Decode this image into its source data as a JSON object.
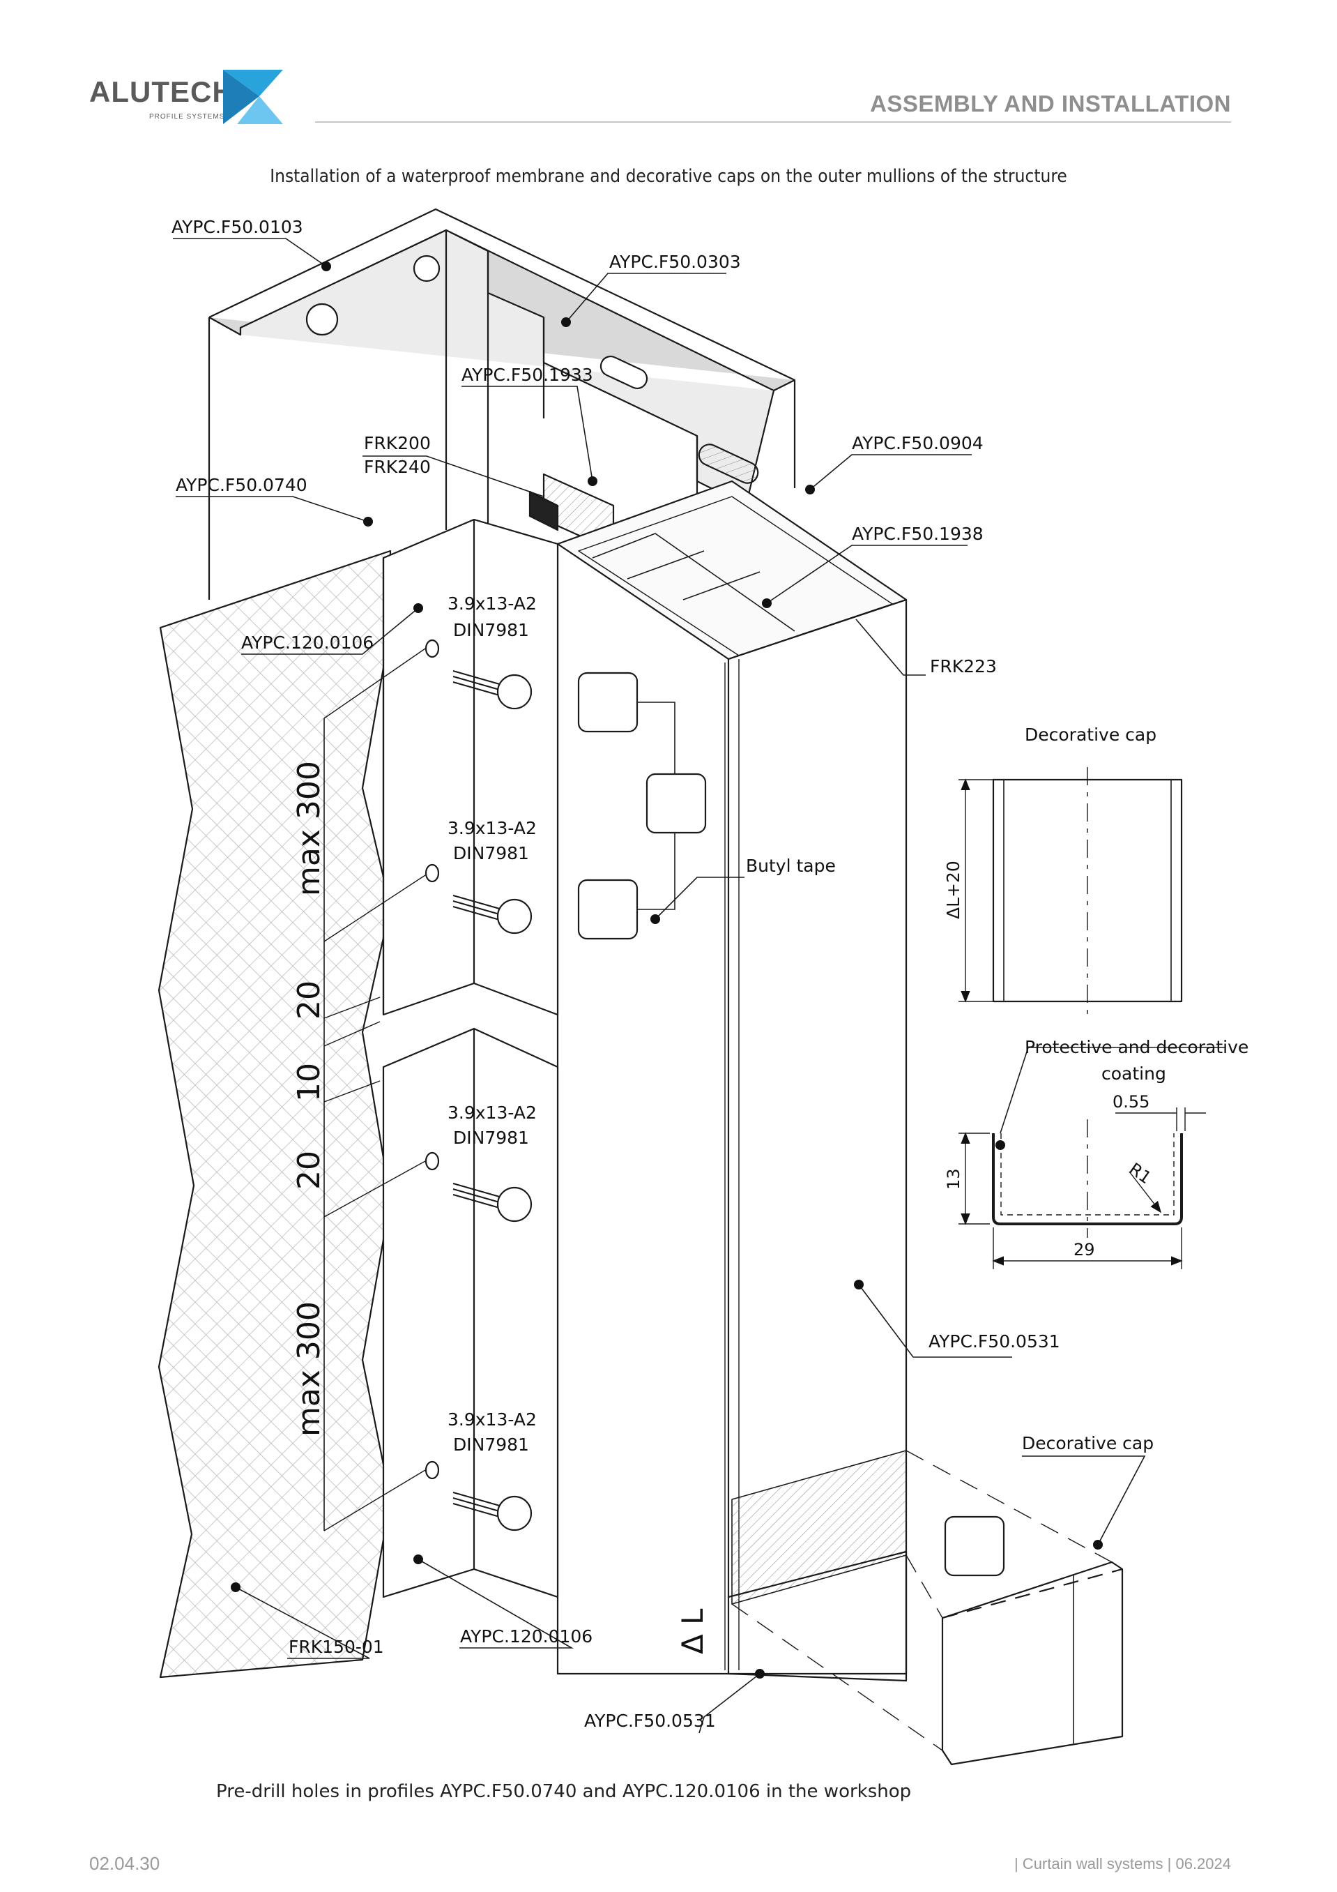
{
  "header": {
    "logo_word": "ALUTECH",
    "logo_sub": "PROFILE SYSTEMS",
    "section_title": "ASSEMBLY AND INSTALLATION"
  },
  "drawing": {
    "title": "Installation of a waterproof membrane and decorative caps on the outer mullions of the structure",
    "labels": {
      "f50_0103": "AYPC.F50.0103",
      "f50_0303": "AYPC.F50.0303",
      "f50_1933": "AYPC.F50.1933",
      "frk200": "FRK200",
      "frk240": "FRK240",
      "f50_0904": "AYPC.F50.0904",
      "f50_0740": "AYPC.F50.0740",
      "f50_1938": "AYPC.F50.1938",
      "p120_0106_top": "AYPC.120.0106",
      "frk223": "FRK223",
      "butyl_tape": "Butyl tape",
      "f50_0531_right": "AYPC.F50.0531",
      "frk150": "FRK150-01",
      "p120_0106_bottom": "AYPC.120.0106",
      "f50_0531_bottom": "AYPC.F50.0531",
      "decorative_cap_top": "Decorative cap",
      "decorative_cap_bottom": "Decorative cap",
      "protective_coating_1": "Protective and decorative",
      "protective_coating_2": "coating"
    },
    "screws": [
      {
        "size": "3.9x13-A2",
        "std": "DIN7981"
      },
      {
        "size": "3.9x13-A2",
        "std": "DIN7981"
      },
      {
        "size": "3.9x13-A2",
        "std": "DIN7981"
      },
      {
        "size": "3.9x13-A2",
        "std": "DIN7981"
      }
    ],
    "dimensions": {
      "max300_top": "max 300",
      "d20_a": "20",
      "d10": "10",
      "d20_b": "20",
      "max300_bottom": "max 300",
      "delta_l": "Δ L",
      "cap_height": "ΔL+20",
      "thickness": "0.55",
      "depth": "13",
      "radius": "R1",
      "width": "29"
    }
  },
  "note": "Pre-drill holes in profiles AYPC.F50.0740 and AYPC.120.0106 in the workshop",
  "footer": {
    "page_code": "02.04.30",
    "doc_info": "| Curtain wall systems | 06.2024"
  },
  "colors": {
    "logo_gray": "#5a5a5a",
    "logo_blue": "#29a3dc",
    "header_gray": "#8e8e8e",
    "line": "#1a1a1a"
  }
}
